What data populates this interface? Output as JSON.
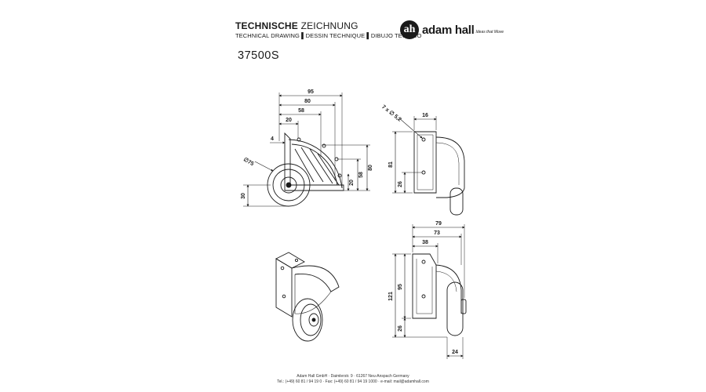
{
  "header": {
    "title_bold": "TECHNISCHE",
    "title_rest": "ZEICHNUNG",
    "subtitle": "TECHNICAL DRAWING ▌DESSIN TECHNIQUE ▌DIBUJO TECNICO",
    "model": "37500S"
  },
  "logo": {
    "mark": "ah",
    "name": "adam hall",
    "tagline": "Ideas that Move"
  },
  "dimensions": {
    "front": {
      "w95": "95",
      "w80": "80",
      "w58": "58",
      "w20": "20",
      "w4": "4",
      "h80": "80",
      "h58": "58",
      "h20": "20",
      "h30": "30",
      "dia75": "∅75"
    },
    "side": {
      "holes": "7 x ∅ 5,2",
      "w16": "16",
      "h81": "81",
      "h26": "26"
    },
    "bottom": {
      "w79": "79",
      "w73": "73",
      "w38": "38",
      "h121": "121",
      "h95": "95",
      "h26": "26",
      "w24": "24"
    }
  },
  "footer": {
    "line1": "Adam Hall GmbH · Daimlerstr. 9 · 61267 Neu-Anspach Germany",
    "line2": "Tel.: (+49) 60 81 / 94 19 0 · Fax: (+49) 60 81 / 94 19 1000 · e-mail: mail@adamhall.com"
  }
}
